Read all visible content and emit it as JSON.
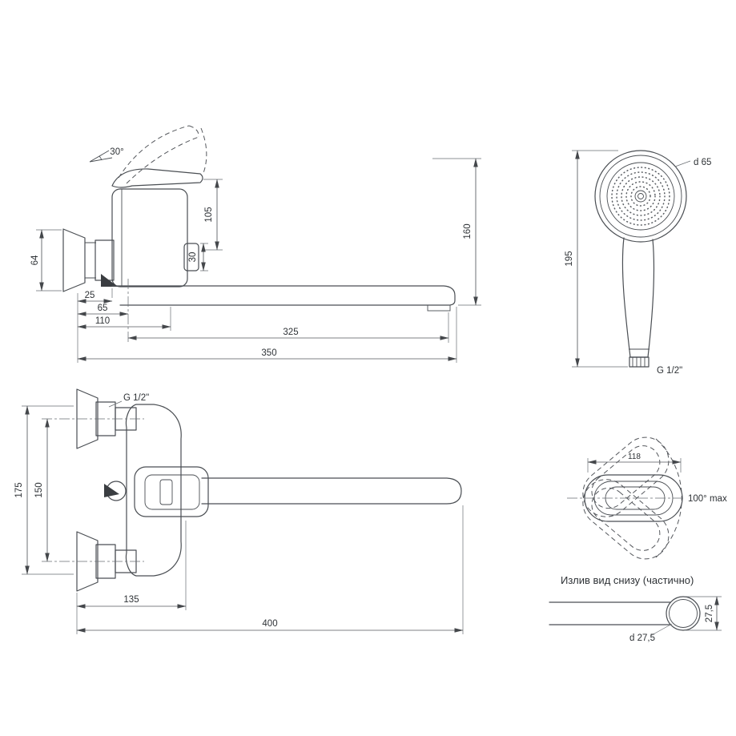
{
  "colors": {
    "line": "#4a4e53",
    "text": "#2e3236"
  },
  "dims": {
    "side": {
      "angle": "30°",
      "a105": "105",
      "a160": "160",
      "a64": "64",
      "a30": "30",
      "a25": "25",
      "a65": "65",
      "a110": "110",
      "a325": "325",
      "a350": "350"
    },
    "shower": {
      "d65": "d 65",
      "h195": "195",
      "thread": "G 1/2\""
    },
    "front": {
      "thread": "G 1/2\"",
      "a175": "175",
      "a150": "150",
      "a135": "135",
      "a400": "400"
    },
    "top": {
      "w118": "118",
      "swing": "100° max"
    },
    "bottom": {
      "caption": "Излив вид снизу (частично)",
      "h275": "27,5",
      "d275": "d 27,5"
    }
  }
}
